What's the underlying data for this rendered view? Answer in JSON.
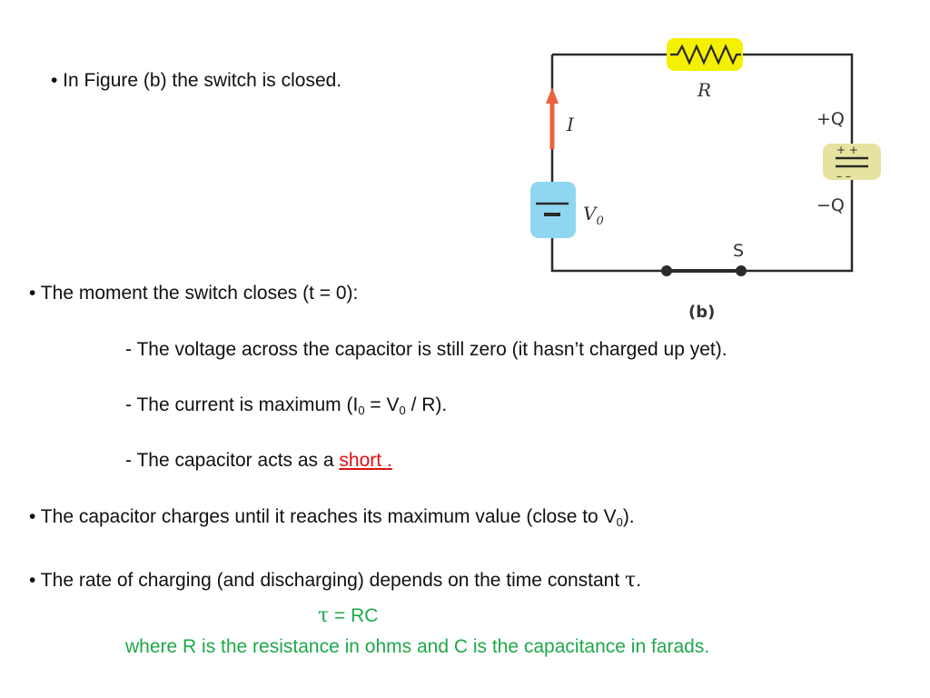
{
  "bullets": {
    "b1": "• In Figure (b) the switch is closed.",
    "b2": "• The moment the switch closes (t = 0):",
    "sub1": "- The voltage across the capacitor is still zero (it hasn’t charged up yet).",
    "sub2_pre": "- The current is maximum (I",
    "sub2_s1": "0",
    "sub2_mid": " = V",
    "sub2_s2": "0",
    "sub2_post": " / R).",
    "sub3_pre": "- The capacitor acts as a ",
    "sub3_short": "short .",
    "b3_pre": "• The capacitor charges until it reaches its maximum value (close to V",
    "b3_sub": "0",
    "b3_post": ").",
    "b4_pre": "• The rate of charging (and discharging) depends on the time constant ",
    "b4_tau": "τ",
    "b4_post": "."
  },
  "formula": {
    "tau": "τ",
    "rest": " = RC",
    "explanation": "where R is the resistance in ohms and C is the capacitance in farads."
  },
  "figure": {
    "resistor_label": "R",
    "current_label": "I",
    "battery_label": "V",
    "battery_sub": "0",
    "plus_q": "+Q",
    "minus_q": "−Q",
    "switch_label": "S",
    "caption": "(b)"
  },
  "colors": {
    "accent_red": "#e01010",
    "text_green": "#1fa84a",
    "resistor_highlight": "#f5f000",
    "capacitor_highlight": "#e6e2a0",
    "battery_highlight": "#8fd6f0",
    "current_arrow": "#e8643c"
  }
}
